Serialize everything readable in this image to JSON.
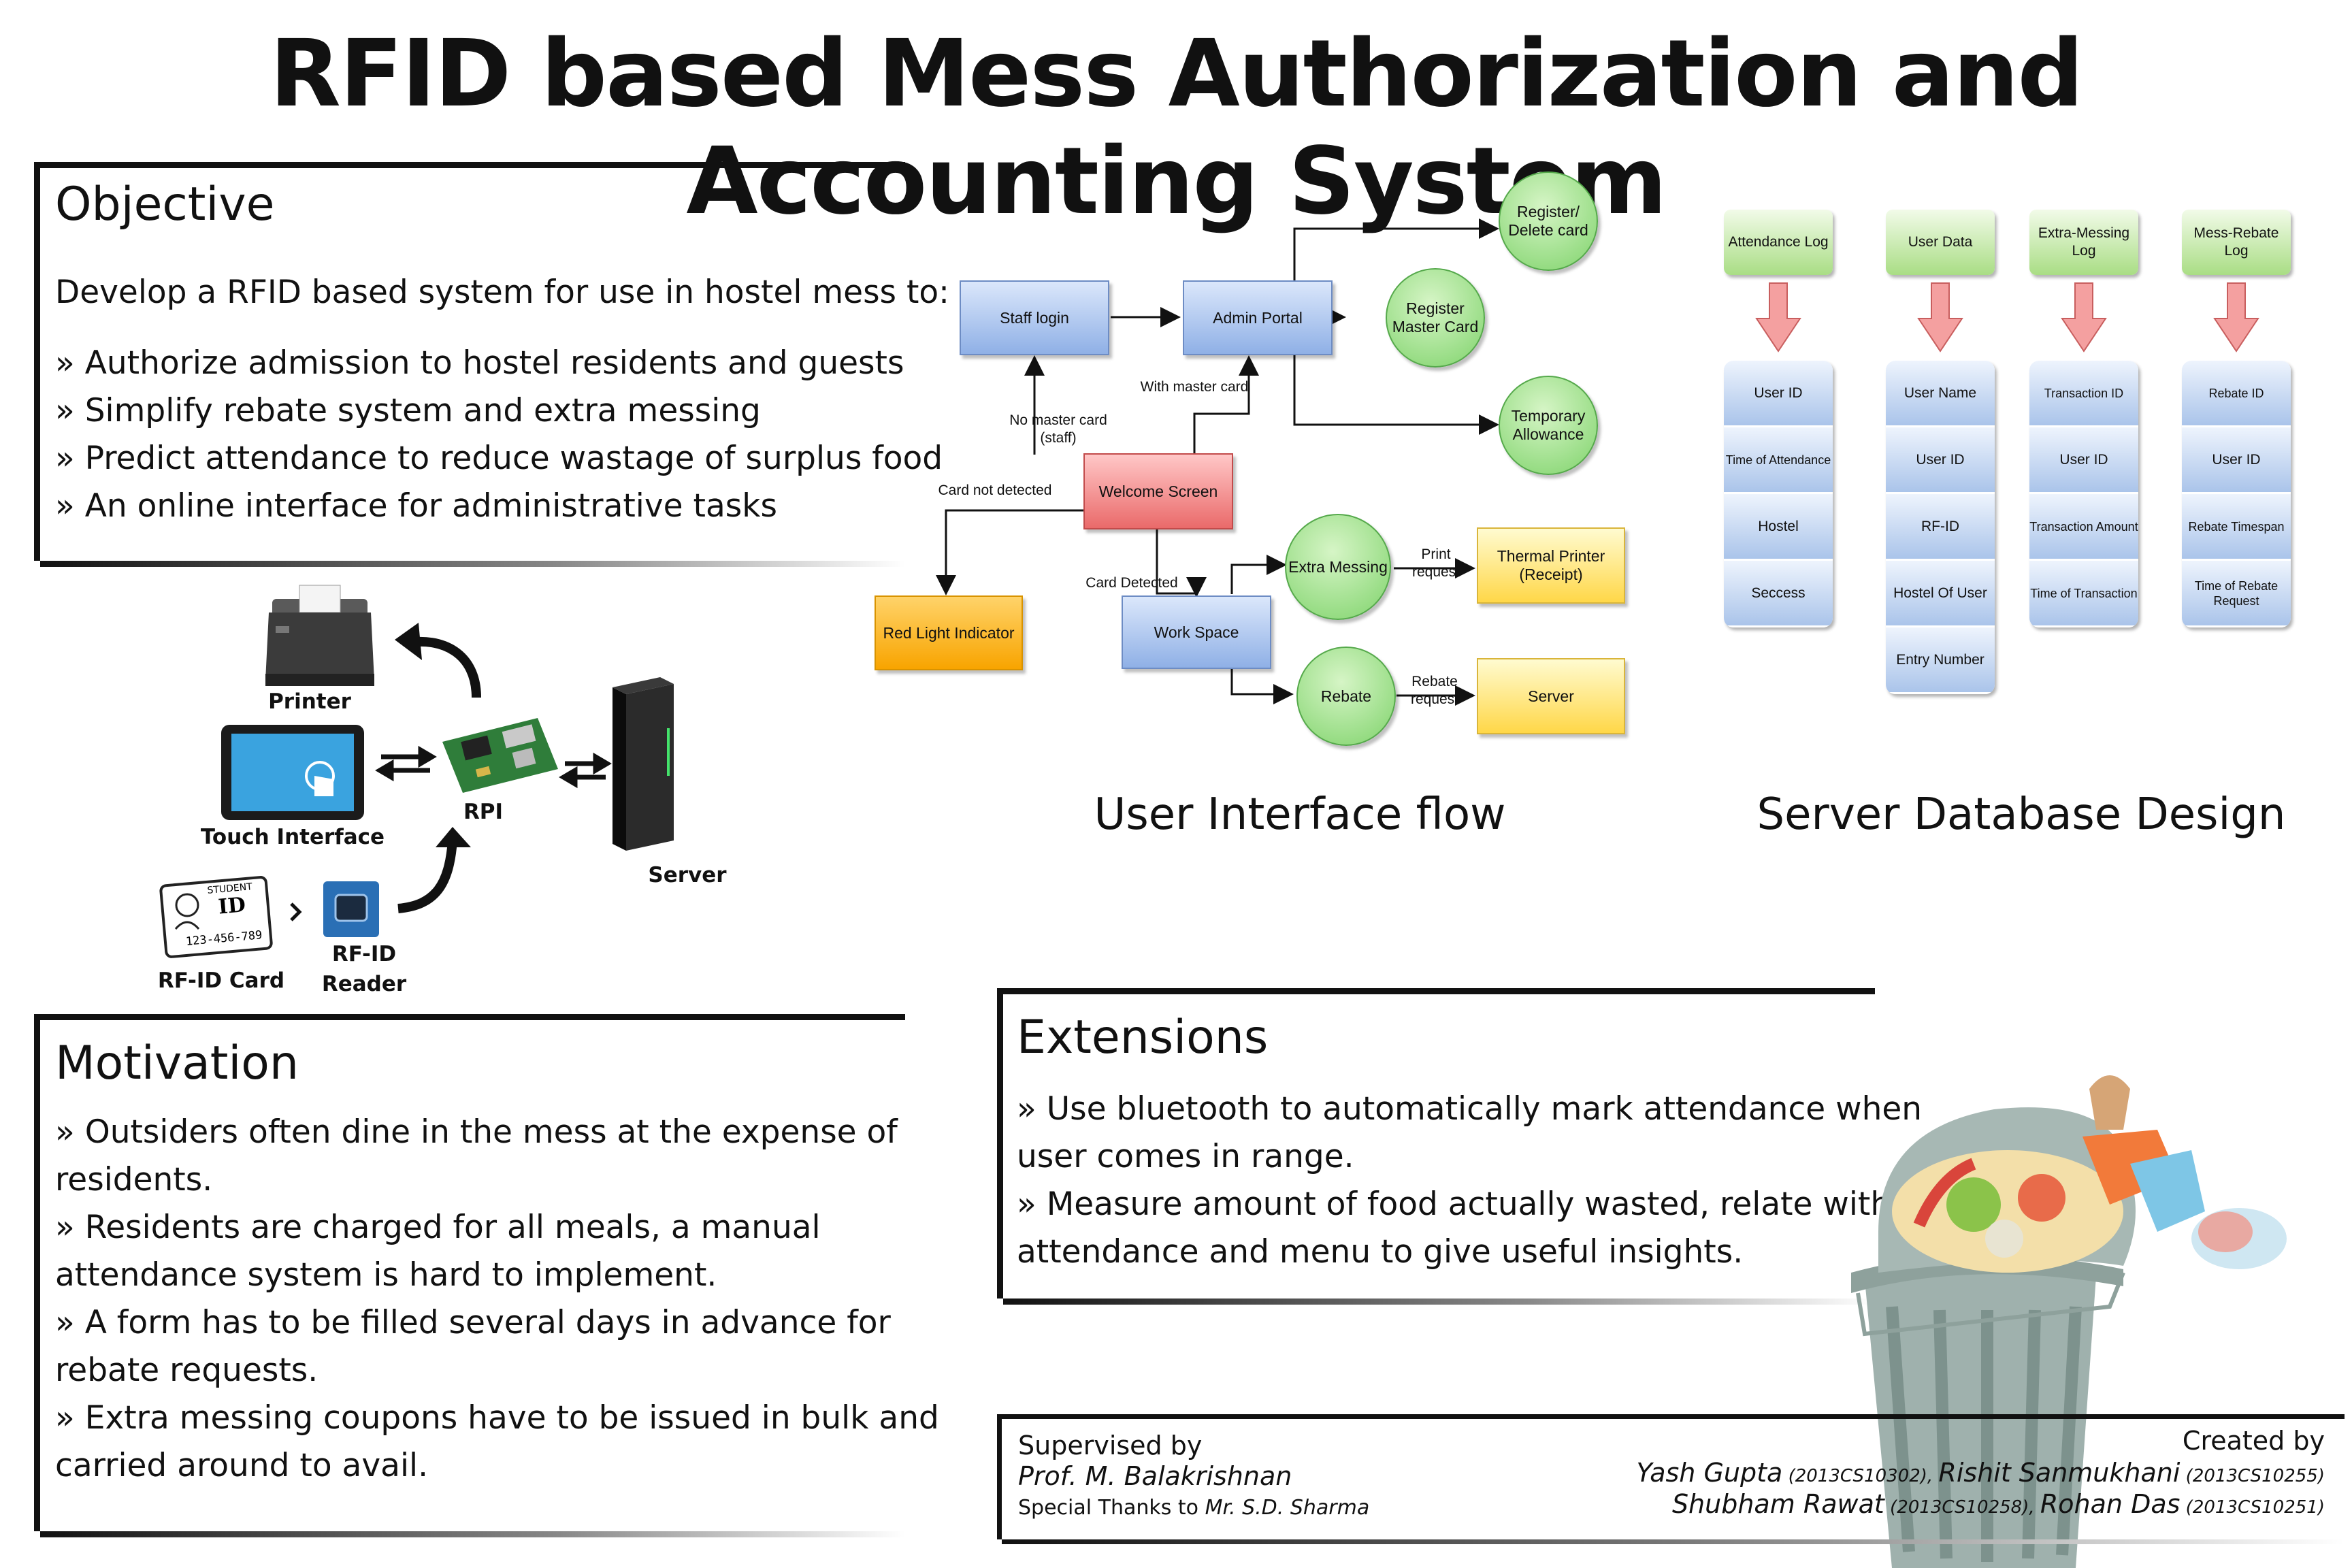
{
  "title": "RFID based Mess Authorization and Accounting System",
  "objective": {
    "heading": "Objective",
    "intro": "Develop a RFID based system for use in hostel mess to:",
    "items": [
      "» Authorize admission to hostel residents and guests",
      "» Simplify rebate system and extra messing",
      "» Predict attendance to reduce wastage of surplus food",
      "» An online interface for administrative tasks"
    ]
  },
  "hardware": {
    "printer": "Printer",
    "touch": "Touch Interface",
    "rpi": "RPI",
    "server": "Server",
    "card": "RF-ID Card",
    "reader_line1": "RF-ID",
    "reader_line2": "Reader",
    "card_text_student": "STUDENT",
    "card_text_id": "ID",
    "card_text_number": "123-456-789"
  },
  "flow": {
    "caption": "User Interface flow",
    "nodes": {
      "staff_login": "Staff login",
      "admin_portal": "Admin Portal",
      "register_delete": "Register/ Delete card",
      "register_master": "Register Master Card",
      "temporary_allowance": "Temporary Allowance",
      "welcome_screen": "Welcome Screen",
      "red_light": "Red Light Indicator",
      "work_space": "Work Space",
      "extra_messing": "Extra Messing",
      "rebate": "Rebate",
      "thermal_printer": "Thermal Printer (Receipt)",
      "server": "Server"
    },
    "edges": {
      "with_master_card": "With master card",
      "no_master_card": "No master card (staff)",
      "card_not_detected": "Card not detected",
      "card_detected": "Card Detected",
      "print_request": "Print request",
      "rebate_request": "Rebate request"
    }
  },
  "database": {
    "caption": "Server Database Design",
    "tables": [
      {
        "name": "Attendance Log",
        "fields": [
          "User ID",
          "Time of Attendance",
          "Hostel",
          "Seccess"
        ]
      },
      {
        "name": "User Data",
        "fields": [
          "User Name",
          "User ID",
          "RF-ID",
          "Hostel Of User",
          "Entry Number"
        ]
      },
      {
        "name": "Extra-Messing Log",
        "fields": [
          "Transaction ID",
          "User ID",
          "Transaction Amount",
          "Time of Transaction"
        ]
      },
      {
        "name": "Mess-Rebate Log",
        "fields": [
          "Rebate ID",
          "User ID",
          "Rebate Timespan",
          "Time of Rebate Request"
        ]
      }
    ]
  },
  "motivation": {
    "heading": "Motivation",
    "lines": [
      "» Outsiders often dine in the mess at the expense of",
      "residents.",
      "» Residents are charged for all meals, a manual",
      "attendance system is hard to implement.",
      "» A form has to be filled several days in advance for",
      "rebate requests.",
      "» Extra messing coupons have to be issued in bulk and",
      "carried around to avail."
    ]
  },
  "extensions": {
    "heading": "Extensions",
    "lines": [
      "» Use bluetooth to automatically mark attendance when",
      "user comes in range.",
      "» Measure amount of food actually wasted, relate with",
      "attendance and menu to give useful insights."
    ]
  },
  "supervised": {
    "label": "Supervised by",
    "name": "Prof. M. Balakrishnan",
    "thanks_prefix": "Special Thanks to ",
    "thanks_name": "Mr. S.D. Sharma"
  },
  "credits": {
    "label": "Created by",
    "line1_a": "Yash Gupta",
    "line1_a_id": " (2013CS10302), ",
    "line1_b": "Rishit Sanmukhani",
    "line1_b_id": " (2013CS10255)",
    "line2_a": "Shubham Rawat",
    "line2_a_id": " (2013CS10258), ",
    "line2_b": "Rohan Das",
    "line2_b_id": " (2013CS10251)"
  }
}
